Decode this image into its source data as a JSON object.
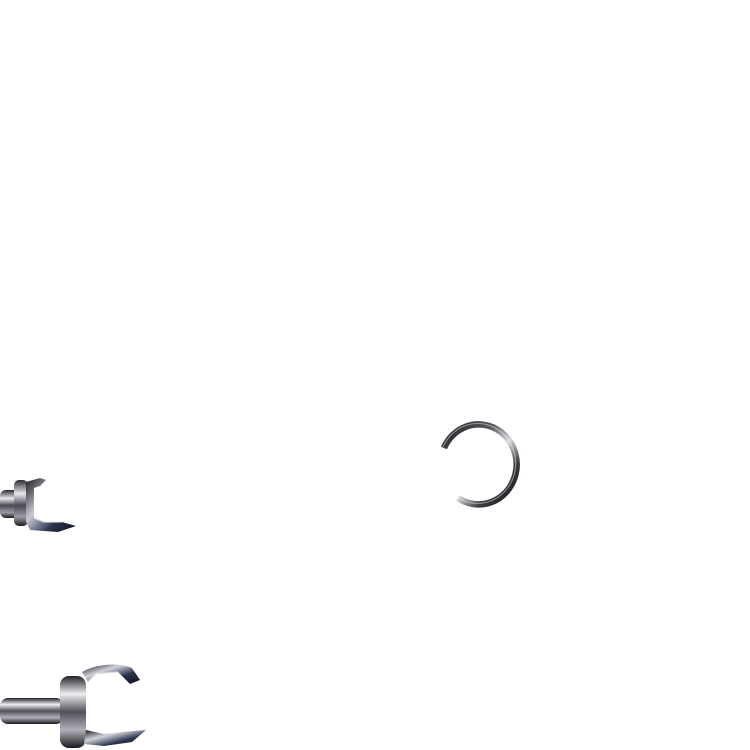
{
  "scene": {
    "background_color": "#ffffff",
    "metal_dark": "#2a2a2e",
    "metal_mid": "#6b6b72",
    "metal_light": "#e6e6ea",
    "metal_blue": "#2c3550",
    "objects": [
      {
        "name": "split-ring",
        "icon": "ring-icon"
      },
      {
        "name": "swivel-clip-upper",
        "icon": "swivel-clip-icon"
      },
      {
        "name": "swivel-clip-lower",
        "icon": "swivel-clip-icon"
      }
    ]
  }
}
